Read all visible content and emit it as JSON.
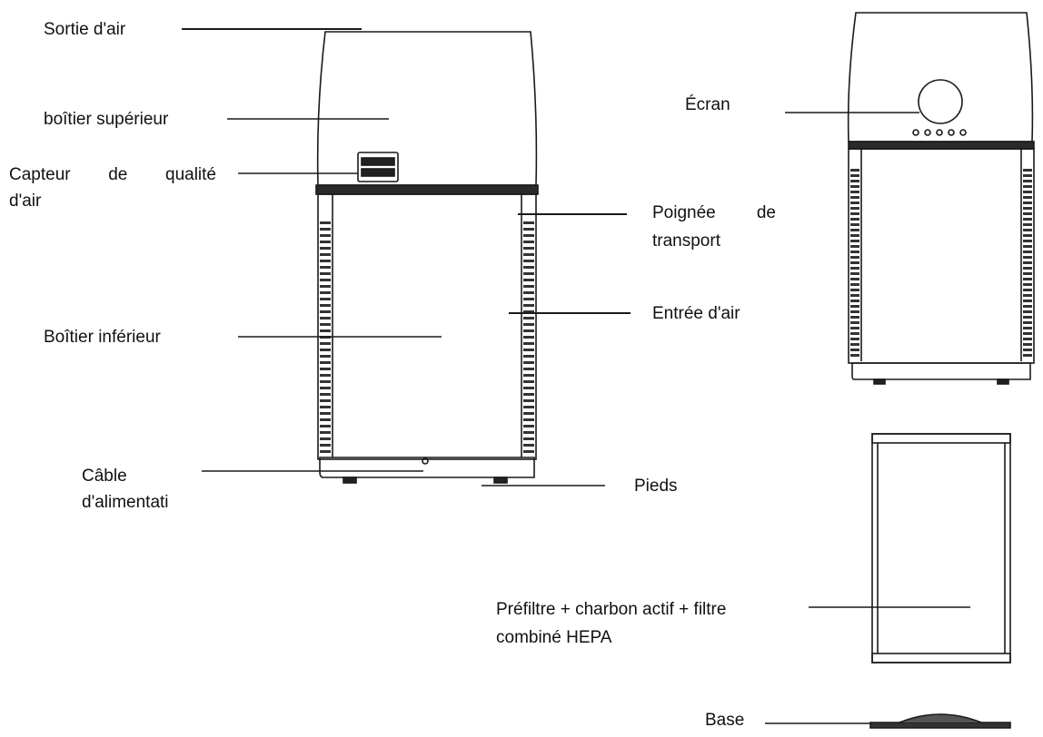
{
  "labels": {
    "air_outlet": "Sortie d'air",
    "upper_housing": "boîtier supérieur",
    "air_quality_sensor_l1": "Capteur de qualité",
    "air_quality_sensor_l2": "d'air",
    "lower_housing": "Boîtier inférieur",
    "power_cable_l1": "Câble",
    "power_cable_l2": "d'alimentati",
    "screen": "Écran",
    "carry_handle_l1": "Poignée de",
    "carry_handle_l2": "transport",
    "air_inlet": "Entrée d'air",
    "feet": "Pieds",
    "filter_l1": "Préfiltre + charbon actif + filtre",
    "filter_l2": "combiné HEPA",
    "base": "Base"
  }
}
